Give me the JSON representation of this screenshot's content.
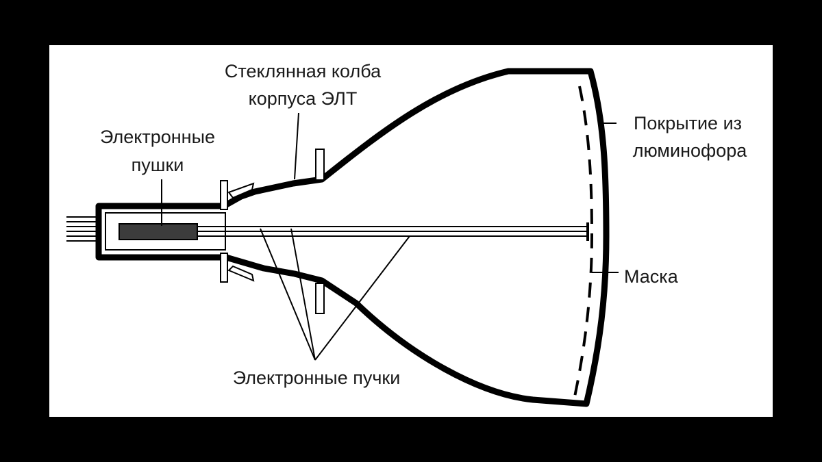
{
  "labels": {
    "glass_bulb_line1": "Стеклянная колба",
    "glass_bulb_line2": "корпуса ЭЛТ",
    "electron_guns_line1": "Электронные",
    "electron_guns_line2": "пушки",
    "phosphor_line1": "Покрытие из",
    "phosphor_line2": "люминофора",
    "mask": "Маска",
    "electron_beams": "Электронные пучки"
  },
  "colors": {
    "background": "#000000",
    "panel": "#ffffff",
    "ink": "#000000",
    "gun_fill": "#3c3c3c"
  }
}
